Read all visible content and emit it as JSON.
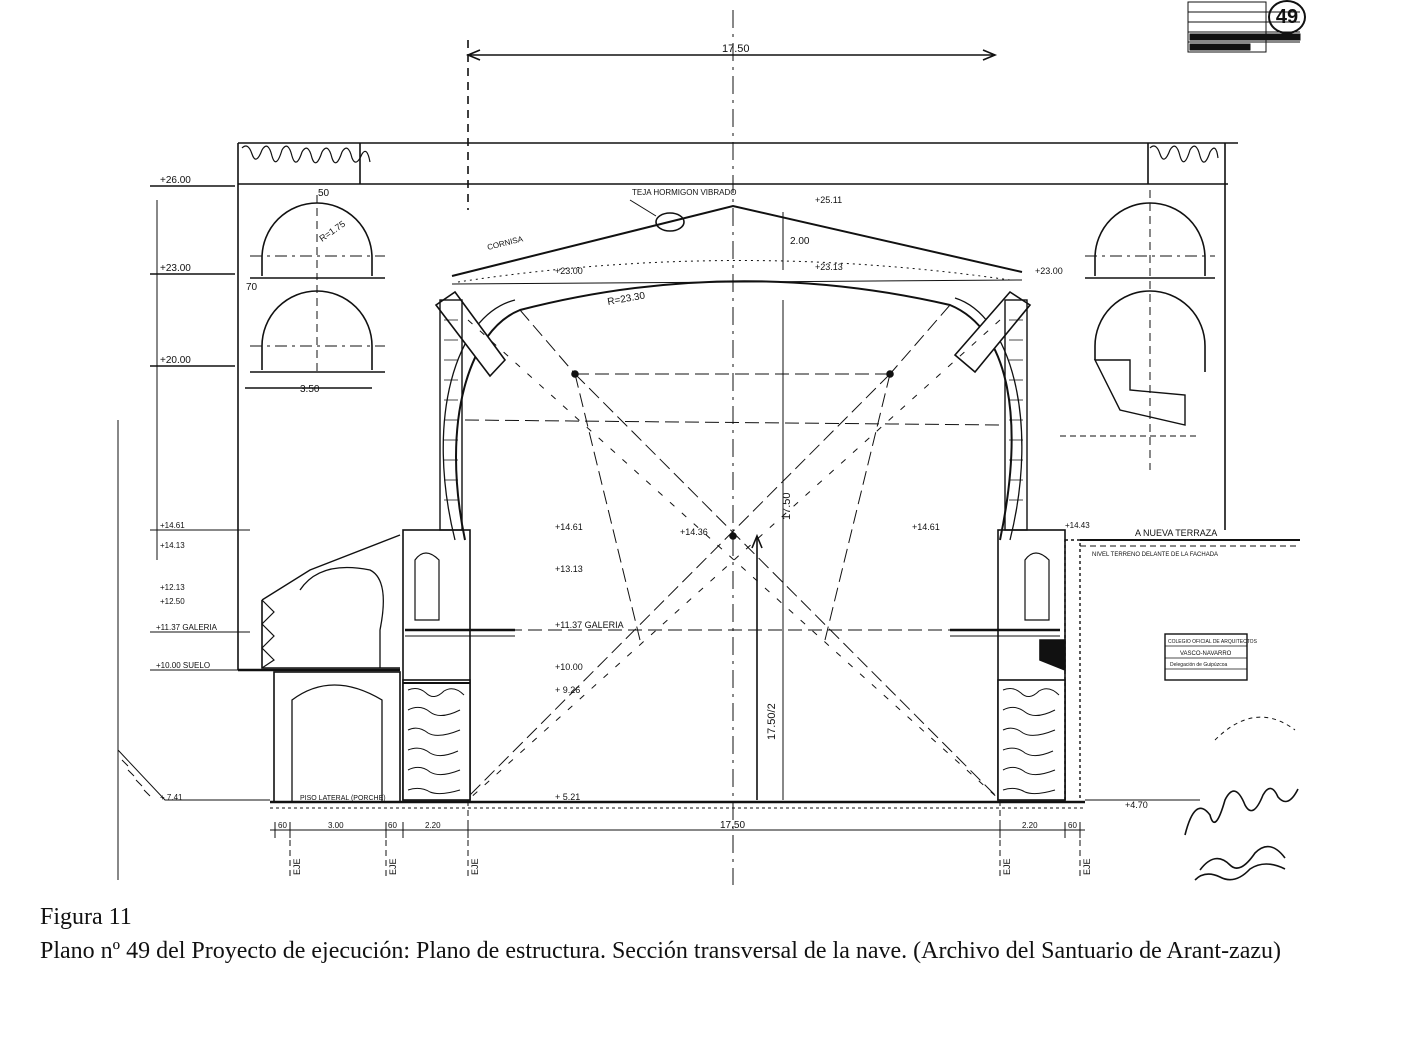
{
  "sheet_number": "49",
  "caption": {
    "label": "Figura 11",
    "text": "Plano nº 49 del Proyecto de ejecución: Plano de estructura. Sección transversal de la nave. (Archivo del Santuario de Arant-zazu)"
  },
  "drawing": {
    "dimensions": {
      "span_top": "17.50",
      "span_bottom": "17.50",
      "height": "17.50",
      "height_half": "17.50/2",
      "bottom_segments": [
        "60",
        "3.00",
        "60",
        "2.20",
        "2.20",
        "60"
      ],
      "roof_rise": "2.00",
      "arch_radius": "R=23.30",
      "window_radius": "R=1.75",
      "window_width": "3.50",
      "window_top_width": "50",
      "window_side": "70"
    },
    "levels": {
      "top": "+26.00",
      "windows_upper": "+23.00",
      "windows_lower": "+20.00",
      "ridge": "+25.11",
      "springing": "+23.13",
      "eaves_left": "+23.00",
      "eaves_right": "+23.00",
      "side_left": "+14.61",
      "side_left_b": "+14.13",
      "center": "+14.36",
      "right_side": "+14.61",
      "right_edge": "+14.43",
      "gallery_upper": "+13.13",
      "gallery_left_a": "+12.13",
      "gallery_left_b": "+12.50",
      "gallery": "+11.37 GALERIA",
      "gallery_center": "+11.37 GALERIA",
      "ground_left": "+10.00 SUELO",
      "level_10": "+10.00",
      "level_9": "+ 9.26",
      "floor": "+ 5.21",
      "bottom_left": "+ 7.41",
      "bottom_right": "+4.70"
    },
    "labels": {
      "ridge_note": "TEJA HORMIGON VIBRADO",
      "roof_note": "CORNISA",
      "terrace": "A NUEVA TERRAZA",
      "terrace_note": "NIVEL TERRENO DELANTE DE LA FACHADA",
      "lateral_floor": "PISO LATERAL (PORCHE)",
      "axis_1": "EJE",
      "axis_2": "EJE",
      "axis_3": "EJE",
      "axis_4": "EJE",
      "axis_5": "EJE"
    },
    "stamp": {
      "line1": "COLEGIO OFICIAL DE ARQUITECTOS",
      "line2": "VASCO-NAVARRO",
      "line3": "Delegación de Guipúzcoa"
    }
  }
}
